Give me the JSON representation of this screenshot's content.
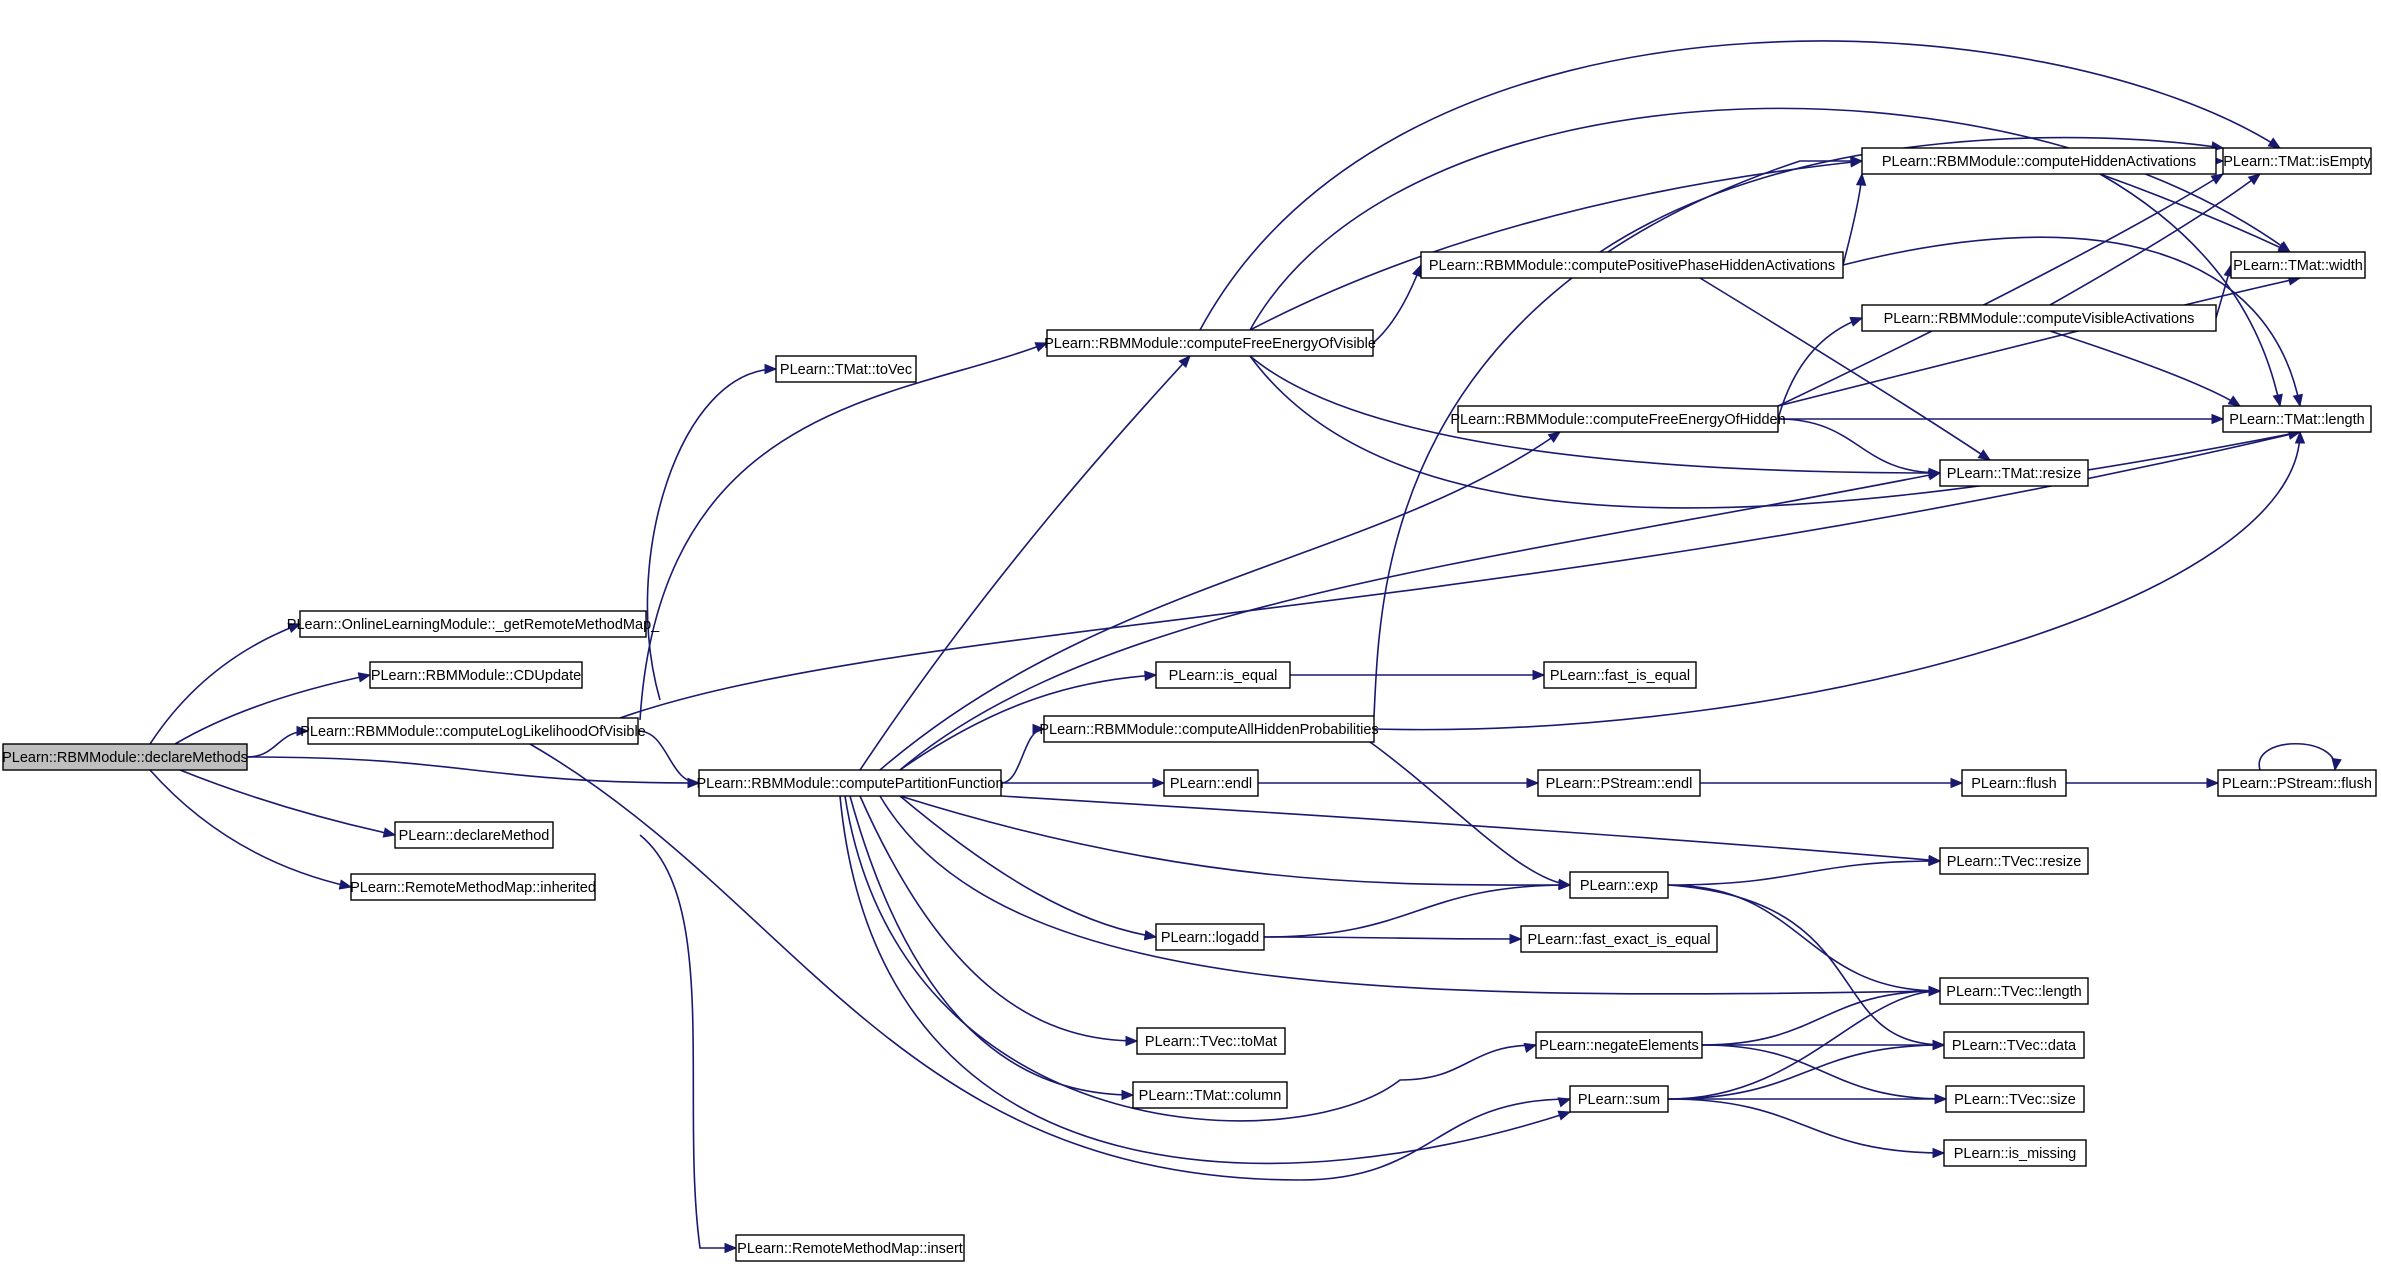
{
  "graph": {
    "nodes": {
      "declareMethods": "PLearn::RBMModule::declareMethods",
      "getRemoteMethodMap": "PLearn::OnlineLearningModule::_getRemoteMethodMap_",
      "CDUpdate": "PLearn::RBMModule::CDUpdate",
      "computeLogLikelihoodOfVisible": "PLearn::RBMModule::computeLogLikelihoodOfVisible",
      "declareMethod": "PLearn::declareMethod",
      "inherited": "PLearn::RemoteMethodMap::inherited",
      "insert": "PLearn::RemoteMethodMap::insert",
      "toVec": "PLearn::TMat::toVec",
      "computePartitionFunction": "PLearn::RBMModule::computePartitionFunction",
      "computeFreeEnergyOfVisible": "PLearn::RBMModule::computeFreeEnergyOfVisible",
      "computeFreeEnergyOfHidden": "PLearn::RBMModule::computeFreeEnergyOfHidden",
      "is_equal": "PLearn::is_equal",
      "computeAllHiddenProbabilities": "PLearn::RBMModule::computeAllHiddenProbabilities",
      "endl": "PLearn::endl",
      "logadd": "PLearn::logadd",
      "TVec_toMat": "PLearn::TVec::toMat",
      "TMat_column": "PLearn::TMat::column",
      "computePositivePhaseHiddenActivations": "PLearn::RBMModule::computePositivePhaseHiddenActivations",
      "computeHiddenActivations": "PLearn::RBMModule::computeHiddenActivations",
      "computeVisibleActivations": "PLearn::RBMModule::computeVisibleActivations",
      "TMat_resize": "PLearn::TMat::resize",
      "fast_is_equal": "PLearn::fast_is_equal",
      "PStream_endl": "PLearn::PStream::endl",
      "exp": "PLearn::exp",
      "fast_exact_is_equal": "PLearn::fast_exact_is_equal",
      "negateElements": "PLearn::negateElements",
      "sum": "PLearn::sum",
      "TMat_isEmpty": "PLearn::TMat::isEmpty",
      "TMat_width": "PLearn::TMat::width",
      "TMat_length": "PLearn::TMat::length",
      "flush": "PLearn::flush",
      "PStream_flush": "PLearn::PStream::flush",
      "TVec_resize": "PLearn::TVec::resize",
      "TVec_length": "PLearn::TVec::length",
      "TVec_data": "PLearn::TVec::data",
      "TVec_size": "PLearn::TVec::size",
      "is_missing": "PLearn::is_missing"
    }
  }
}
